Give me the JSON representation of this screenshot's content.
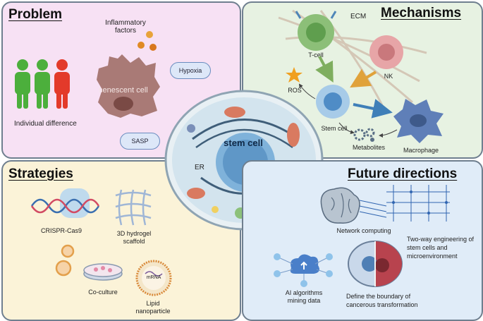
{
  "problem": {
    "title": "Problem",
    "inflammatory": "Inflammatory factors",
    "hypoxia": "Hypoxia",
    "senescent": "senescent cell",
    "individual": "Individual difference",
    "sasp": "SASP"
  },
  "mechanisms": {
    "title": "Mechanisms",
    "ecm": "ECM",
    "tcell": "T-cell",
    "nk": "NK",
    "ros": "ROS",
    "stemcell": "Stem cell",
    "metabolites": "Metabolites",
    "macrophage": "Macrophage"
  },
  "center": {
    "stemcell": "stem cell",
    "er": "ER"
  },
  "strategies": {
    "title": "Strategies",
    "crispr": "CRISPR-Cas9",
    "hydrogel": "3D hydrogel scaffold",
    "coculture": "Co-culture",
    "mrna": "mRNA",
    "lipid": "Lipid nanoparticle"
  },
  "future": {
    "title": "Future directions",
    "network": "Network computing",
    "twoway": "Two-way engineering of stem cells and microenvironment",
    "ai": "AI algorithms mining data",
    "boundary": "Define the boundary of cancerous transformation"
  },
  "colors": {
    "problem_bg": "#f7e1f4",
    "mechanisms_bg": "#e7f2e2",
    "strategies_bg": "#fbf3d8",
    "future_bg": "#e0ecf8"
  }
}
